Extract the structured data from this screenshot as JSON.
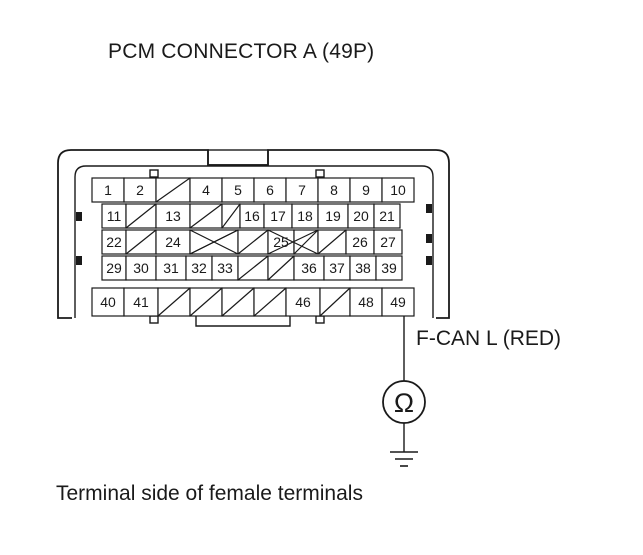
{
  "title": "PCM CONNECTOR A (49P)",
  "caption": "Terminal side of female terminals",
  "probe": {
    "terminal": "49",
    "signal_label": "F-CAN L (RED)",
    "meter_symbol": "Ω",
    "meter_icon": "ohmmeter-icon",
    "ground_icon": "ground-icon"
  },
  "connector": {
    "rows": [
      [
        "1",
        "2",
        "",
        "4",
        "5",
        "6",
        "7",
        "8",
        "9",
        "10"
      ],
      [
        "11",
        "",
        "13",
        "",
        "",
        "16",
        "17",
        "18",
        "19",
        "20",
        "21"
      ],
      [
        "22",
        "",
        "24",
        "",
        "",
        "25",
        "",
        "",
        "26",
        "27",
        ""
      ],
      [
        "29",
        "30",
        "31",
        "32",
        "33",
        "",
        "",
        "36",
        "37",
        "38",
        "39"
      ],
      [
        "40",
        "41",
        "",
        "",
        "",
        "",
        "46",
        "",
        "48",
        "49"
      ]
    ]
  }
}
